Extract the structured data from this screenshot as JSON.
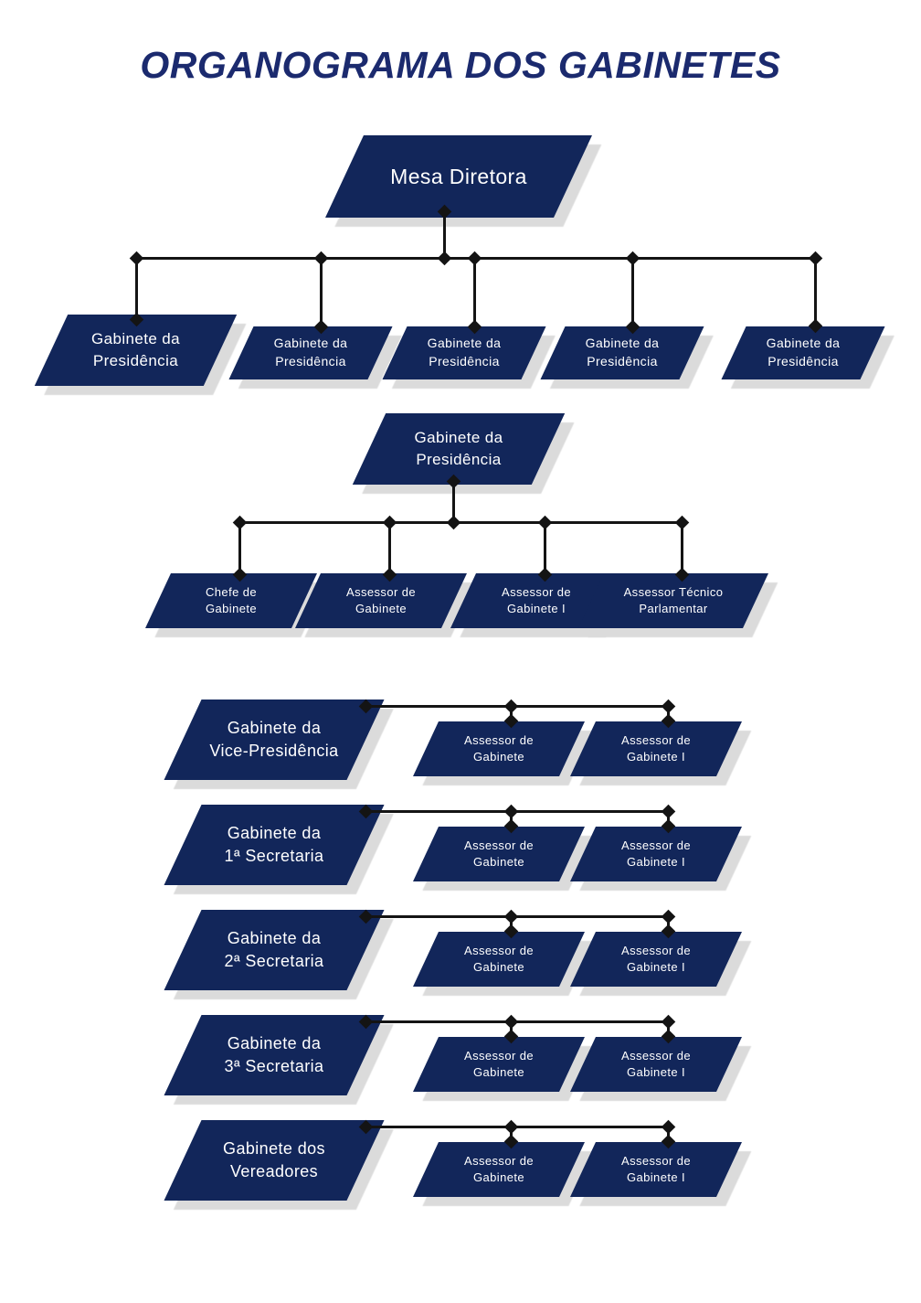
{
  "title": "ORGANOGRAMA DOS GABINETES",
  "colors": {
    "node_navy": "#12265A",
    "title_blue": "#1B2A6E",
    "shadow_gray": "#DBDBDB",
    "connector_black": "#141414",
    "label_white": "#FFFFFF"
  },
  "chart": {
    "root": {
      "label": "Mesa Diretora"
    },
    "level1_offices": [
      {
        "label": "Gabinete da\nPresidência"
      },
      {
        "label": "Gabinete da\nPresidência"
      },
      {
        "label": "Gabinete da\nPresidência"
      },
      {
        "label": "Gabinete da\nPresidência"
      },
      {
        "label": "Gabinete da\nPresidência"
      }
    ],
    "presidencia": {
      "parent": {
        "label": "Gabinete da\nPresidência"
      },
      "children": [
        {
          "label": "Chefe de\nGabinete"
        },
        {
          "label": "Assessor de\nGabinete"
        },
        {
          "label": "Assessor de\nGabinete I"
        },
        {
          "label": "Assessor Técnico\nParlamentar"
        }
      ]
    },
    "office_rows": [
      {
        "office": {
          "label": "Gabinete da\nVice-Presidência"
        },
        "children": [
          {
            "label": "Assessor de\nGabinete"
          },
          {
            "label": "Assessor de\nGabinete I"
          }
        ]
      },
      {
        "office": {
          "label": "Gabinete da\n1ª Secretaria"
        },
        "children": [
          {
            "label": "Assessor de\nGabinete"
          },
          {
            "label": "Assessor de\nGabinete I"
          }
        ]
      },
      {
        "office": {
          "label": "Gabinete da\n2ª Secretaria"
        },
        "children": [
          {
            "label": "Assessor de\nGabinete"
          },
          {
            "label": "Assessor de\nGabinete I"
          }
        ]
      },
      {
        "office": {
          "label": "Gabinete da\n3ª Secretaria"
        },
        "children": [
          {
            "label": "Assessor de\nGabinete"
          },
          {
            "label": "Assessor de\nGabinete I"
          }
        ]
      },
      {
        "office": {
          "label": "Gabinete dos\nVereadores"
        },
        "children": [
          {
            "label": "Assessor de\nGabinete"
          },
          {
            "label": "Assessor de\nGabinete I"
          }
        ]
      }
    ]
  }
}
